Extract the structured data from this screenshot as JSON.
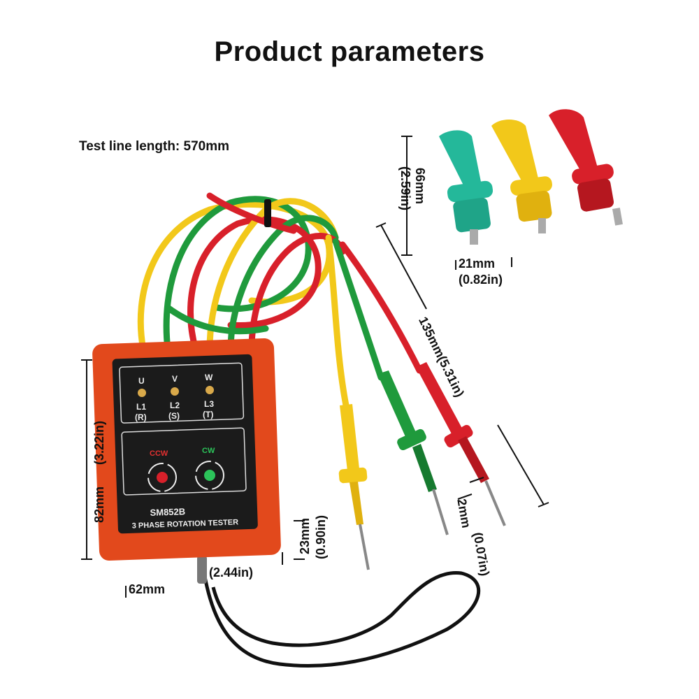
{
  "title": "Product parameters",
  "test_line_length": "Test line length: 570mm",
  "device": {
    "model": "SM852B",
    "name": "3 PHASE ROTATION TESTER",
    "phases": [
      {
        "top": "U",
        "mid": "L1",
        "bot": "(R)"
      },
      {
        "top": "V",
        "mid": "L2",
        "bot": "(S)"
      },
      {
        "top": "W",
        "mid": "L3",
        "bot": "(T)"
      }
    ],
    "ccw_label": "CCW",
    "cw_label": "CW"
  },
  "dimensions": {
    "height_mm": "82mm",
    "height_in": "(3.22in)",
    "width_mm": "62mm",
    "width_in": "(2.44in)",
    "thickness_mm": "23mm",
    "thickness_in": "(0.90in)",
    "clip_len_mm": "66mm",
    "clip_len_in": "(2.59in)",
    "clip_w_mm": "21mm",
    "clip_w_in": "(0.82in)",
    "probe_len": "135mm(5.31in)",
    "tip_mm": "2mm",
    "tip_in": "(0.07in)"
  },
  "colors": {
    "case": "#e2491c",
    "panel": "#1b1b1b",
    "red": "#d8202a",
    "green": "#1f9a3c",
    "yellow": "#f2c81a",
    "teal": "#24b89a"
  }
}
